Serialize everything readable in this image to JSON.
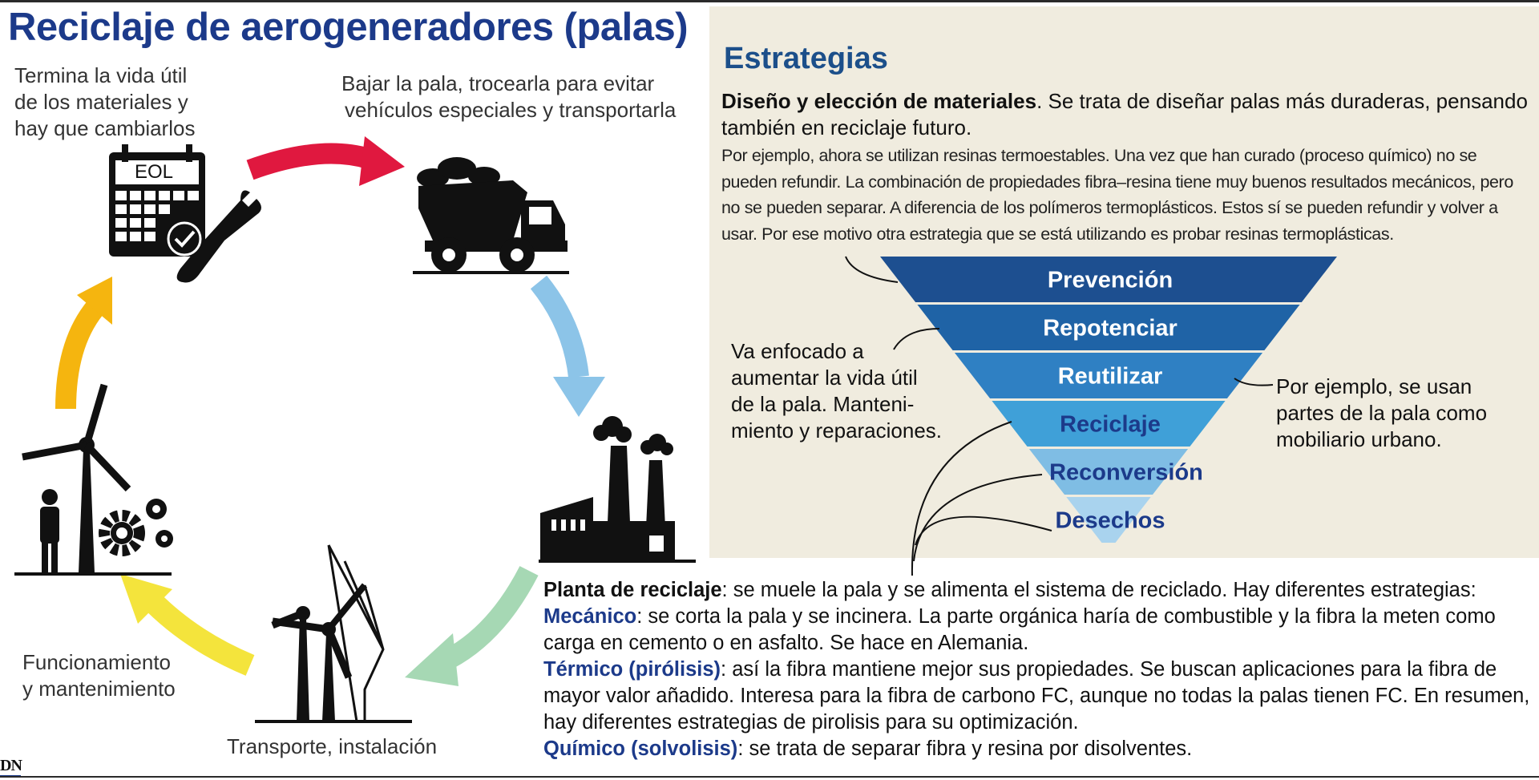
{
  "title": "Reciclaje de aerogeneradores (palas)",
  "cycle": {
    "steps": [
      {
        "name": "end-of-life",
        "label_lines": [
          "Termina la vida útil",
          "de los materiales y",
          "hay que cambiarlos"
        ],
        "icon": "calendar-wrench-icon",
        "icon_text": "EOL"
      },
      {
        "name": "transport-blade",
        "label_lines": [
          "Bajar la pala, trocearla para evitar",
          "vehículos especiales y transportarla"
        ],
        "icon": "dump-truck-icon"
      },
      {
        "name": "recycling-plant",
        "icon": "factory-icon"
      },
      {
        "name": "installation",
        "label_lines": [
          "Transporte, instalación"
        ],
        "icon": "wind-turbine-crane-icon"
      },
      {
        "name": "operation",
        "label_lines": [
          "Funcionamiento",
          "y mantenimiento"
        ],
        "icon": "turbine-person-gears-icon"
      }
    ],
    "arrow_colors": [
      "#e0183f",
      "#8cc4e8",
      "#a6d8b4",
      "#f4e43c",
      "#f5b50f"
    ]
  },
  "strategies": {
    "heading": "Estrategias",
    "design_bold": "Diseño y elección de materiales",
    "design_rest": ". Se trata de diseñar palas más duraderas, pensando también en reciclaje futuro.",
    "example": "Por ejemplo, ahora se utilizan resinas termoestables. Una vez que han curado (proceso químico) no se pueden refundir. La combinación de propiedades fibra–resina  tiene muy buenos resultados mecánicos, pero no se pueden separar. A diferencia de los polímeros termoplásticos. Estos sí se pueden refundir y volver a usar. Por ese motivo otra estrategia que se está utilizando es probar resinas termoplásticas.",
    "pyramid": [
      {
        "label": "Prevención",
        "color": "#1d4f90",
        "text_color": "#ffffff"
      },
      {
        "label": "Repotenciar",
        "color": "#1f63a6",
        "text_color": "#ffffff"
      },
      {
        "label": "Reutilizar",
        "color": "#2f80c3",
        "text_color": "#ffffff"
      },
      {
        "label": "Reciclaje",
        "color": "#3fa0d8",
        "text_color": "#1c3a8a"
      },
      {
        "label": "Reconversión",
        "color": "#7fbde4",
        "text_color": "#1c3a8a"
      },
      {
        "label": "Desechos",
        "color": "#a9d3ee",
        "text_color": "#1c3a8a"
      }
    ],
    "note_left_lines": [
      "Va enfocado a",
      "aumentar la vida útil",
      "de la pala. Manteni-",
      "miento y reparaciones."
    ],
    "note_right_lines": [
      "Por ejemplo, se usan",
      "partes de la pala como",
      "mobiliario urbano."
    ]
  },
  "planta": {
    "intro_bold": "Planta de reciclaje",
    "intro_rest": ":  se muele la pala y se alimenta el sistema de reciclado. Hay diferentes estrategias:",
    "mecanico_bold": "Mecánico",
    "mecanico_rest": ": se corta la pala y se incinera. La parte orgánica haría de combustible y la fibra la meten como carga en cemento o en asfalto. Se hace en Alemania.",
    "termico_bold": "Térmico (pirólisis)",
    "termico_rest": ": así la fibra mantiene mejor sus propiedades. Se buscan aplicaciones para la fibra de mayor valor añadido. Interesa para la fibra de carbono FC, aunque no todas la palas tienen FC. En resumen, hay diferentes estrategias de pirolisis para su optimización.",
    "quimico_bold": "Químico (solvolisis)",
    "quimico_rest": ": se trata de separar fibra y resina por disolventes."
  },
  "logo": "DN"
}
